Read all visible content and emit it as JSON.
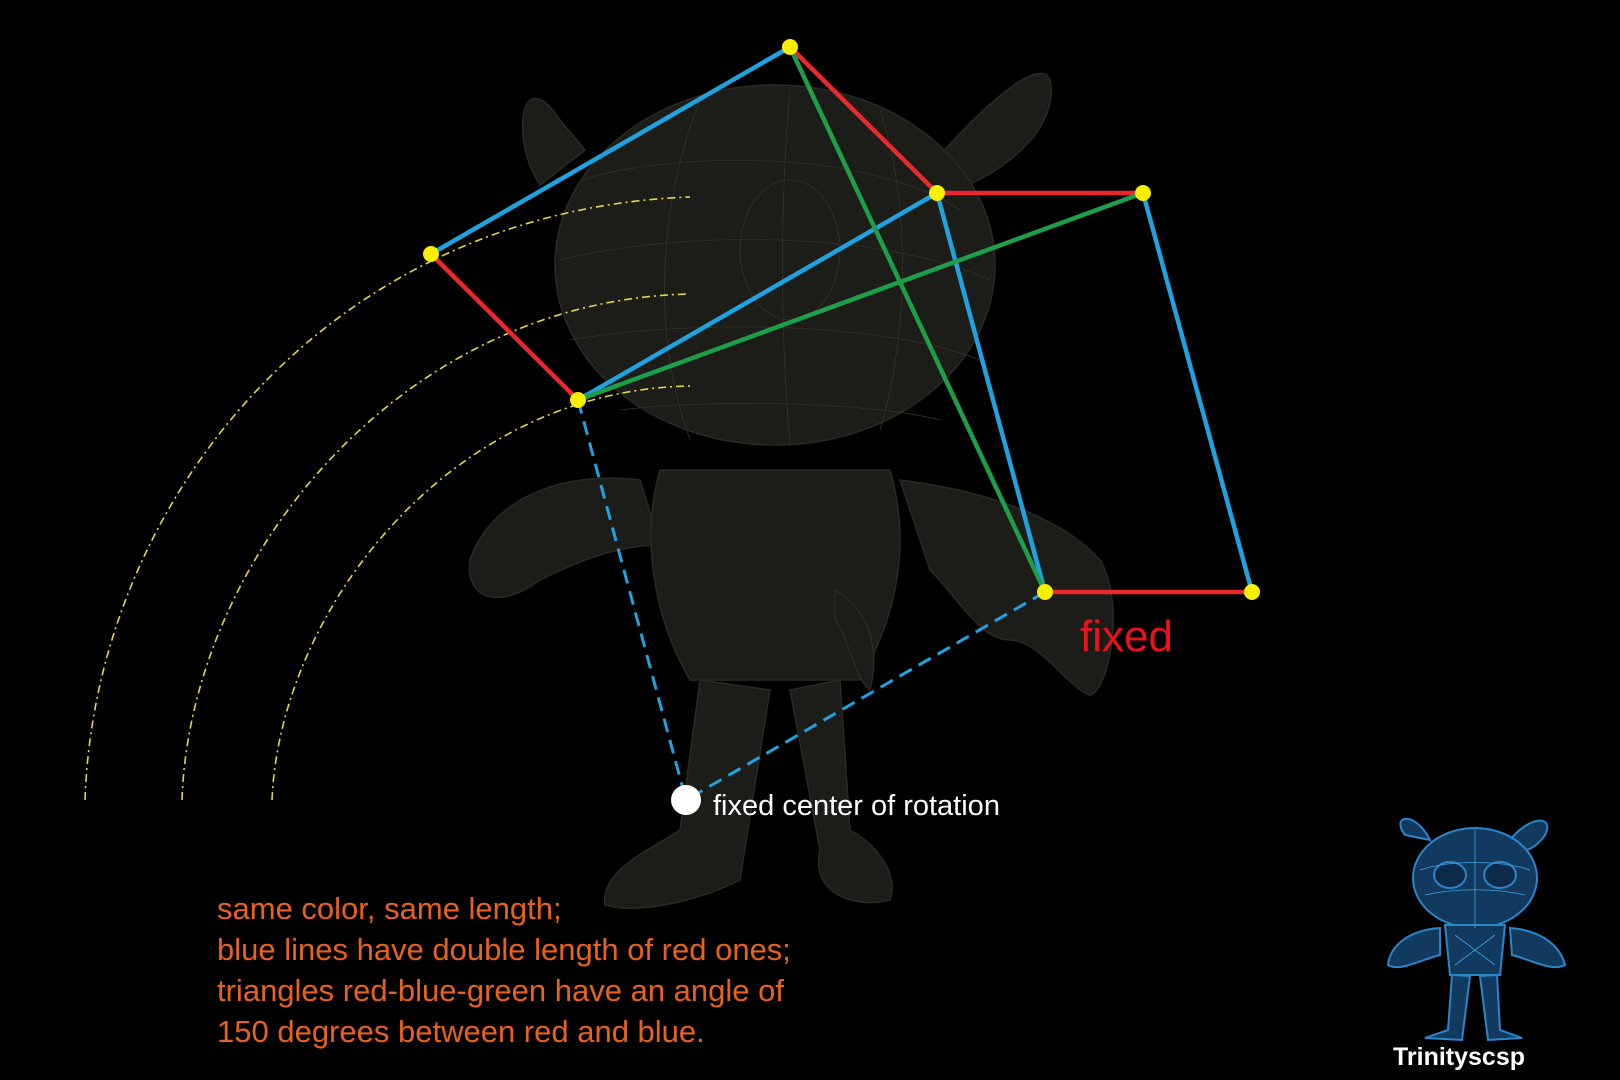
{
  "labels": {
    "fixed": "fixed",
    "center": "fixed center of rotation",
    "caption": [
      "same color, same length;",
      "blue lines have double length of red ones;",
      "triangles red-blue-green have an angle of",
      "150 degrees between red and blue."
    ],
    "logo": "Trinityscsp"
  },
  "colors": {
    "red": "#e8282d",
    "blue": "#1fa3e0",
    "green": "#1f9e4a",
    "yellow": "#f7ee00",
    "caption": "#e8621e",
    "arc": "#e4d54a",
    "silhouette": "#1c1c18",
    "logo": "#2a86c8"
  },
  "icons": {
    "character": "wireframe-character-icon",
    "logo": "blue-wireframe-character-logo"
  }
}
